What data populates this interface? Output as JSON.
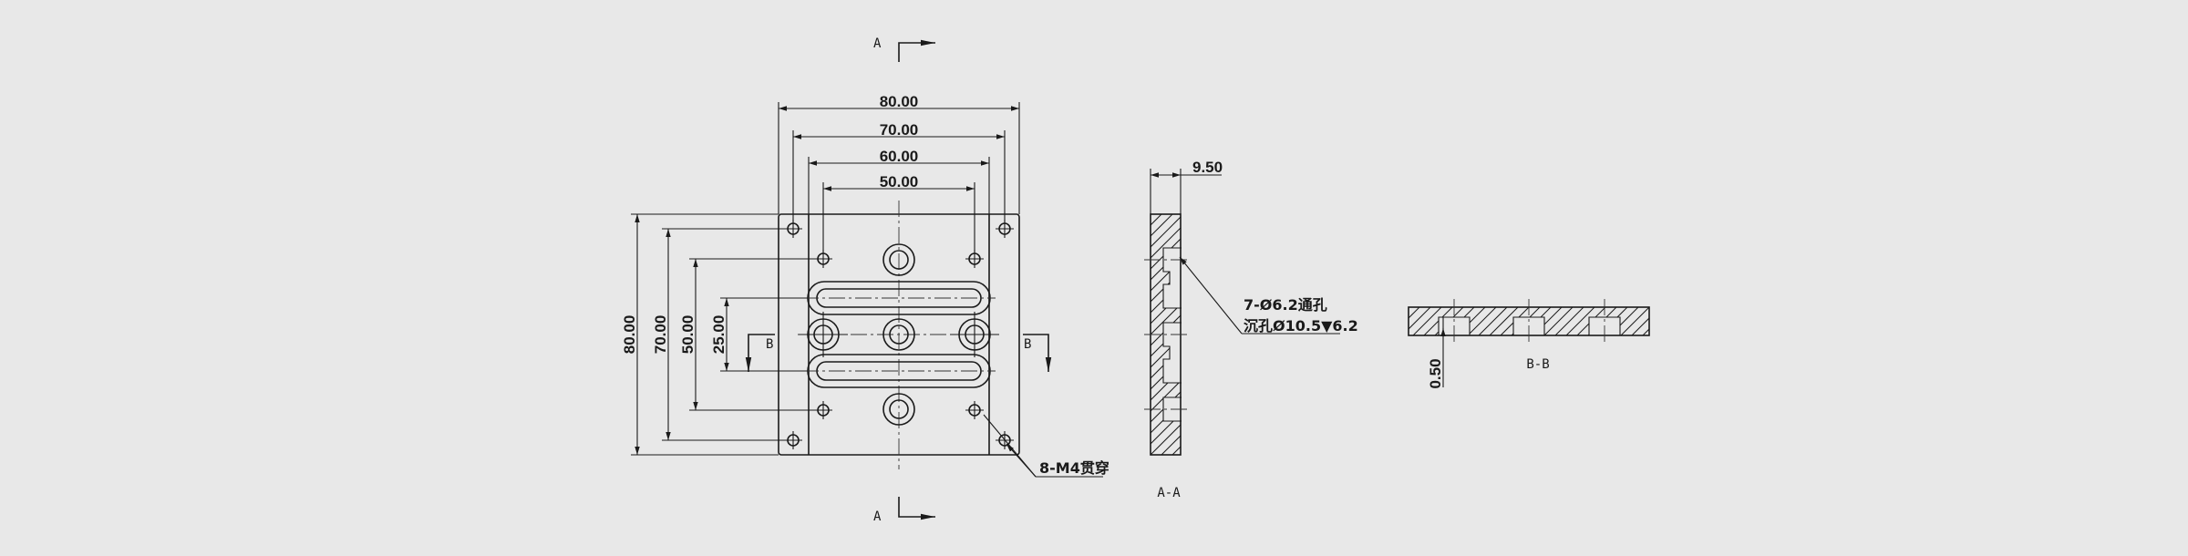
{
  "front_view": {
    "dim_width_80": "80.00",
    "dim_width_70": "70.00",
    "dim_width_60": "60.00",
    "dim_width_50": "50.00",
    "dim_height_80": "80.00",
    "dim_height_70": "70.00",
    "dim_height_50": "50.00",
    "dim_height_25": "25.00",
    "section_a_top": "A",
    "section_a_bottom": "A",
    "section_b_left": "B",
    "section_b_right": "B",
    "thread_note": "8-M4贯穿"
  },
  "section_aa": {
    "dim_thickness": "9.50",
    "hole_note_line1": "7-Ø6.2通孔",
    "hole_note_line2": "沉孔Ø10.5▼6.2",
    "label": "A-A"
  },
  "section_bb": {
    "dim_step": "0.50",
    "label": "B-B"
  }
}
